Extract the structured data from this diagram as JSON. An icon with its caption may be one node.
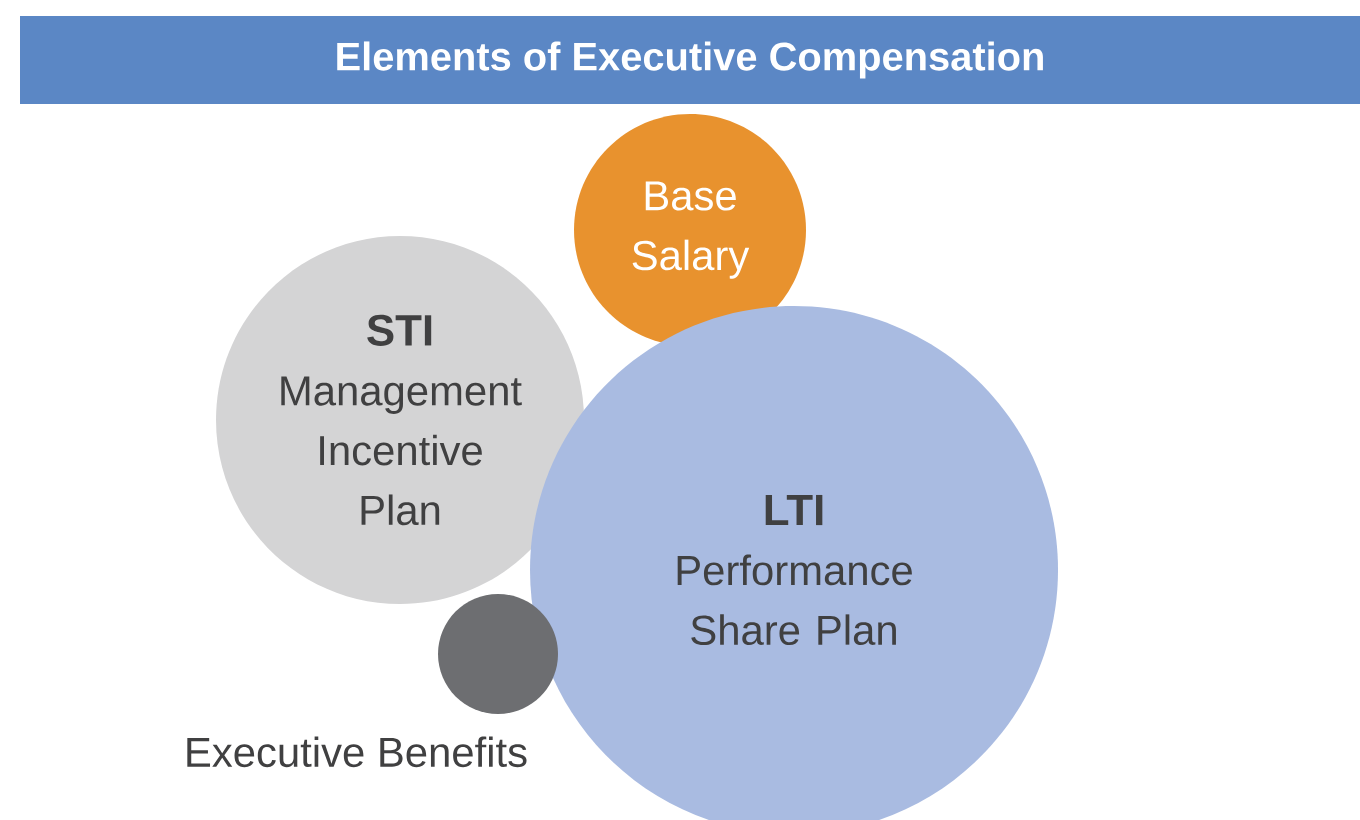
{
  "diagram": {
    "title": "Elements of Executive Compensation",
    "nodes": [
      {
        "text": [
          "Base Salary"
        ]
      },
      {
        "text": [
          "STI",
          "Management Incentive Plan"
        ]
      },
      {
        "text": [
          "LTI",
          "Performance Share Plan"
        ]
      },
      {
        "text": [],
        "shape": "circle",
        "beside": [
          "Executive Benefits"
        ]
      }
    ]
  }
}
